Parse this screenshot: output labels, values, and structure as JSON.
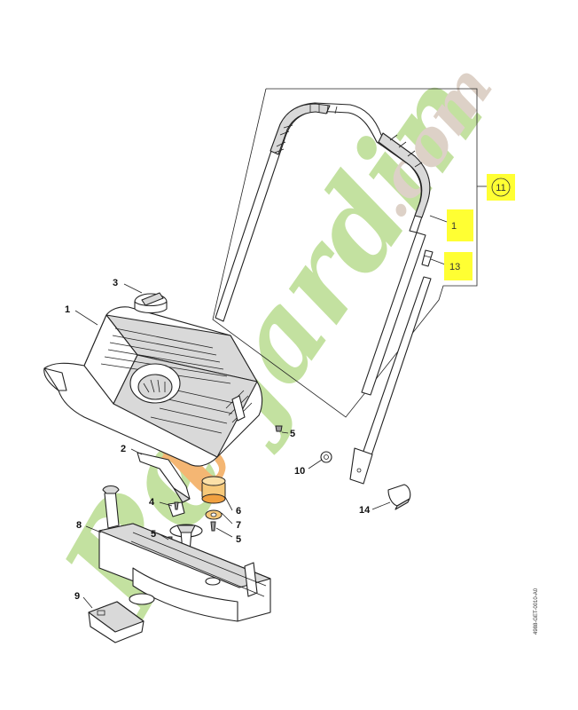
{
  "callouts": [
    {
      "id": "c1",
      "text": "1"
    },
    {
      "id": "c2",
      "text": "2"
    },
    {
      "id": "c3",
      "text": "3"
    },
    {
      "id": "c4",
      "text": "4"
    },
    {
      "id": "c5a",
      "text": "5"
    },
    {
      "id": "c5b",
      "text": "5"
    },
    {
      "id": "c5c",
      "text": "5"
    },
    {
      "id": "c6",
      "text": "6"
    },
    {
      "id": "c7",
      "text": "7"
    },
    {
      "id": "c8",
      "text": "8"
    },
    {
      "id": "c9",
      "text": "9"
    },
    {
      "id": "c10",
      "text": "10"
    },
    {
      "id": "c14",
      "text": "14"
    }
  ],
  "highlighted": {
    "c11": "11",
    "c1b": "1",
    "c13": "13"
  },
  "colors": {
    "highlight": "#ffff33",
    "wm_green": "#b9dc8f",
    "wm_orange": "#f3a95a",
    "wm_grey": "#d7c9bd",
    "accent_orange": "#f0a040"
  },
  "watermark": {
    "brand_start": "Pe",
    "brand_t": "t",
    "brand_end": "jardin",
    "brand_suffix": ".com"
  },
  "drawing_ref": "4988-GET-0010-A0"
}
